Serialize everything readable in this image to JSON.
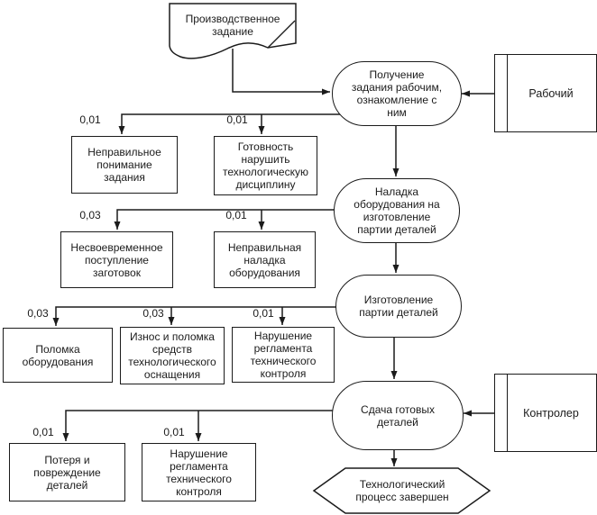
{
  "colors": {
    "background": "#ffffff",
    "line": "#1b1b1b",
    "text": "#1b1b1b"
  },
  "nodes": {
    "document": {
      "label": "Производственное задание"
    },
    "steps": [
      {
        "label": "Получение задания рабочим, ознакомление с ним"
      },
      {
        "label": "Наладка оборудования на изготовление партии деталей"
      },
      {
        "label": "Изготовление партии деталей"
      },
      {
        "label": "Сдача готовых деталей"
      }
    ],
    "actors": [
      {
        "label": "Рабочий"
      },
      {
        "label": "Контролер"
      }
    ],
    "terminator": {
      "label": "Технологический процесс завершен"
    },
    "failures": [
      {
        "probability": "0,01",
        "label": "Неправильное понимание задания"
      },
      {
        "probability": "0,01",
        "label": "Готовность нарушить технологическую дисциплину"
      },
      {
        "probability": "0,03",
        "label": "Несвоевременное поступление заготовок"
      },
      {
        "probability": "0,01",
        "label": "Неправильная наладка оборудования"
      },
      {
        "probability": "0,03",
        "label": "Поломка оборудования"
      },
      {
        "probability": "0,03",
        "label": "Износ и поломка средств технологического оснащения"
      },
      {
        "probability": "0,01",
        "label": "Нарушение регламента технического контроля"
      },
      {
        "probability": "0,01",
        "label": "Потеря и повреждение деталей"
      },
      {
        "probability": "0,01",
        "label": "Нарушение регламента технического контроля"
      }
    ]
  }
}
